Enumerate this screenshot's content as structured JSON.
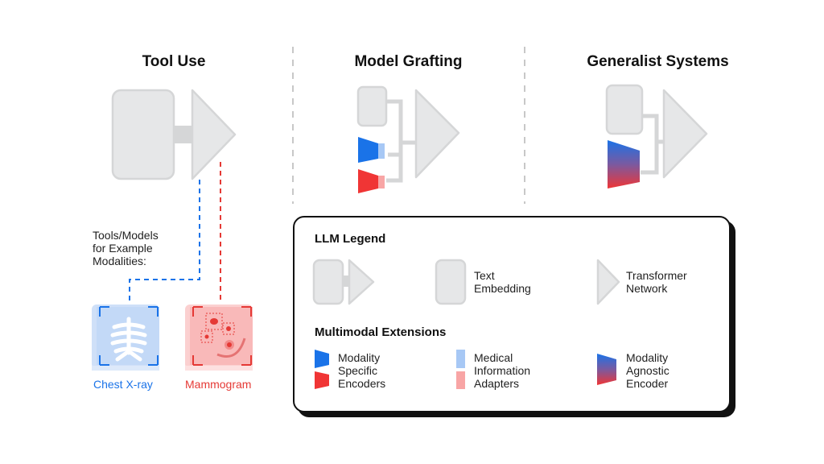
{
  "sections": {
    "tool_use": {
      "title": "Tool Use"
    },
    "model_grafting": {
      "title": "Model Grafting"
    },
    "generalist_systems": {
      "title": "Generalist Systems"
    }
  },
  "tool_use_note": {
    "line1": "Tools/Models",
    "line2": "for Example",
    "line3": "Modalities:"
  },
  "modalities": [
    {
      "label": "Chest X-ray",
      "color": "#1a73e8"
    },
    {
      "label": "Mammogram",
      "color": "#e53935"
    }
  ],
  "legend": {
    "title": "LLM Legend",
    "items": [
      {
        "line1": "Text",
        "line2": "Embedding"
      },
      {
        "line1": "Transformer",
        "line2": "Network"
      }
    ],
    "multimodal_title": "Multimodal Extensions",
    "extensions": [
      {
        "line1": "Modality",
        "line2": "Specific",
        "line3": "Encoders"
      },
      {
        "line1": "Medical",
        "line2": "Information",
        "line3": "Adapters"
      },
      {
        "line1": "Modality",
        "line2": "Agnostic",
        "line3": "Encoder"
      }
    ]
  },
  "colors": {
    "block_fill": "#e6e7e8",
    "block_stroke": "#d5d6d7",
    "blue": "#1a73e8",
    "red": "#f03535",
    "light_blue": "#a7c8f5",
    "light_red": "#f8a5a5",
    "divider": "#c8c8c8"
  }
}
